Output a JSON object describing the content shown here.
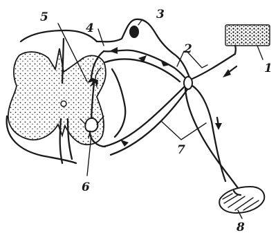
{
  "labels": [
    {
      "key": "receptor",
      "text": "1"
    },
    {
      "key": "afferent-fiber",
      "text": "2"
    },
    {
      "key": "spinal-ganglion",
      "text": "3"
    },
    {
      "key": "dorsal-root",
      "text": "4"
    },
    {
      "key": "interneuron",
      "text": "5"
    },
    {
      "key": "motor-neuron",
      "text": "6"
    },
    {
      "key": "spinal-nerve",
      "text": "7"
    },
    {
      "key": "effector-muscle",
      "text": "8"
    }
  ]
}
